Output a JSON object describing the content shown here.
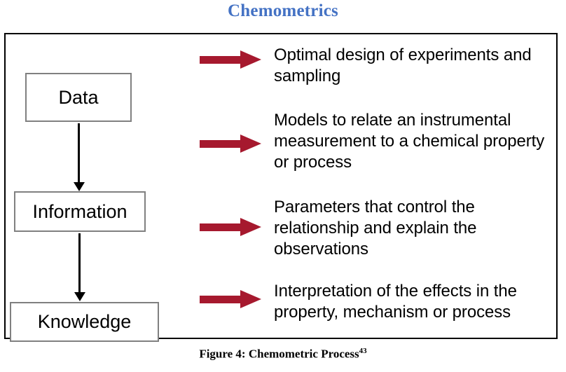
{
  "title": "Chemometrics",
  "colors": {
    "title_blue": "#4472c4",
    "arrow_red": "#a6192e",
    "box_border_gray": "#808080",
    "frame_black": "#000000",
    "text_black": "#000000"
  },
  "figure": {
    "flow_boxes": [
      {
        "label": "Data"
      },
      {
        "label": "Information"
      },
      {
        "label": "Knowledge"
      }
    ],
    "flow_steps": [
      {
        "arrow": "red-block-arrow-right",
        "text": "Optimal design of experiments and sampling"
      },
      {
        "arrow": "red-block-arrow-right",
        "text": "Models to relate an instrumental measurement to a chemical property or process"
      },
      {
        "arrow": "red-block-arrow-right",
        "text": "Parameters that control the relationship and explain the observations"
      },
      {
        "arrow": "red-block-arrow-right",
        "text": "Interpretation of the effects in the property, mechanism or process"
      }
    ],
    "connectors": [
      {
        "from": "Data",
        "to": "Information",
        "style": "black-down-arrow"
      },
      {
        "from": "Information",
        "to": "Knowledge",
        "style": "black-down-arrow"
      }
    ]
  },
  "caption": {
    "text": "Figure 4: Chemometric Process",
    "reference": "43"
  }
}
